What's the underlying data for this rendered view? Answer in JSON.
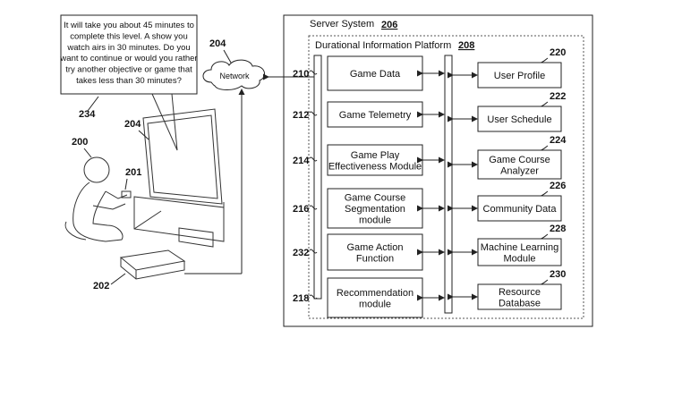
{
  "speech_bubble": {
    "lines": [
      "It will take you about 45 minutes to",
      "complete this level.  A show you",
      "watch airs in 30 minutes.  Do you",
      "want to continue or would you rather",
      "try another objective or game that",
      "takes less than 30 minutes?"
    ],
    "ref": "234"
  },
  "network": {
    "label": "Network",
    "ref": "204"
  },
  "user": {
    "ref": "200",
    "controller_ref": "201"
  },
  "display": {
    "ref": "204"
  },
  "console": {
    "ref": "202"
  },
  "server": {
    "title": "Server System",
    "ref": "206",
    "platform": {
      "title": "Durational Information Platform",
      "ref": "208"
    }
  },
  "left_modules": [
    {
      "ref": "210",
      "lines": [
        "Game Data"
      ]
    },
    {
      "ref": "212",
      "lines": [
        "Game Telemetry"
      ]
    },
    {
      "ref": "214",
      "lines": [
        "Game Play",
        "Effectiveness Module"
      ]
    },
    {
      "ref": "216",
      "lines": [
        "Game Course",
        "Segmentation",
        "module"
      ]
    },
    {
      "ref": "232",
      "lines": [
        "Game Action",
        "Function"
      ]
    },
    {
      "ref": "218",
      "lines": [
        "Recommendation",
        "module"
      ]
    }
  ],
  "right_modules": [
    {
      "ref": "220",
      "lines": [
        "User Profile"
      ]
    },
    {
      "ref": "222",
      "lines": [
        "User Schedule"
      ]
    },
    {
      "ref": "224",
      "lines": [
        "Game Course",
        "Analyzer"
      ]
    },
    {
      "ref": "226",
      "lines": [
        "Community Data"
      ]
    },
    {
      "ref": "228",
      "lines": [
        "Machine Learning",
        "Module"
      ]
    },
    {
      "ref": "230",
      "lines": [
        "Resource",
        "Database"
      ]
    }
  ]
}
